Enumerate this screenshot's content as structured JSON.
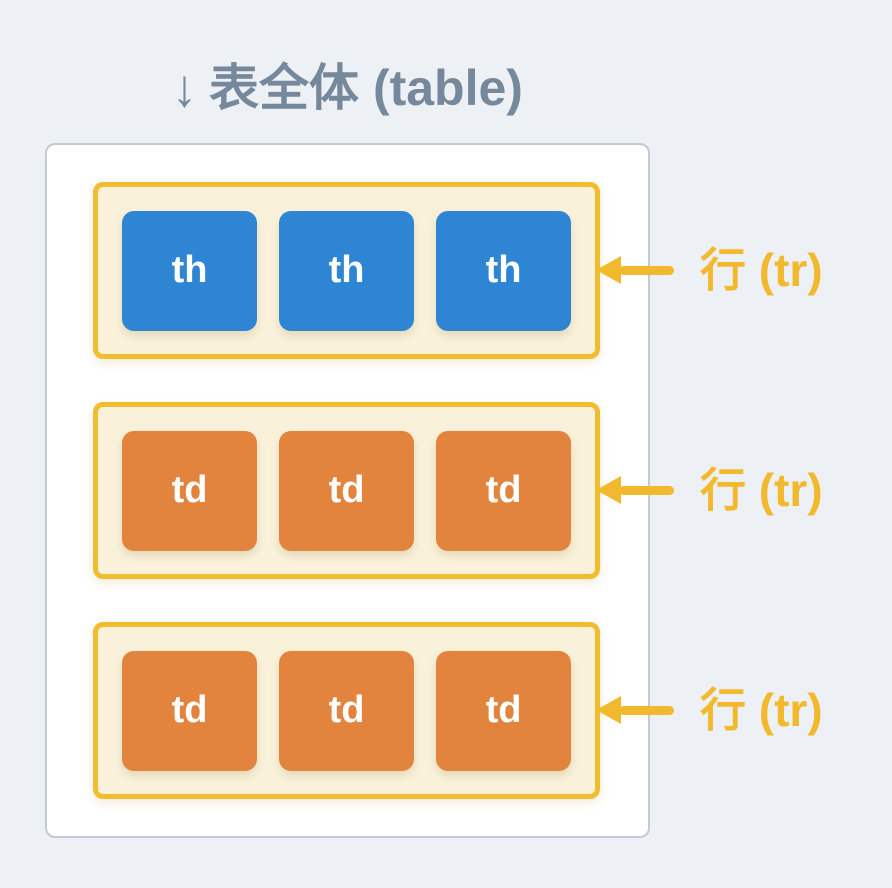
{
  "title": {
    "arrow_glyph": "↓",
    "text": "表全体 (table)"
  },
  "table": {
    "rows": [
      {
        "type": "header-row",
        "cells": [
          "th",
          "th",
          "th"
        ],
        "annotation": "行 (tr)"
      },
      {
        "type": "data-row",
        "cells": [
          "td",
          "td",
          "td"
        ],
        "annotation": "行 (tr)"
      },
      {
        "type": "data-row",
        "cells": [
          "td",
          "td",
          "td"
        ],
        "annotation": "行 (tr)"
      }
    ]
  },
  "colors": {
    "background": "#EDF1F6",
    "container_border": "#C0CBD7",
    "row_background": "#F9F1D9",
    "row_border": "#F2BC2F",
    "header_cell": "#2E85D4",
    "data_cell": "#E2833E",
    "cell_text": "#FFFFFF",
    "title_text": "#76889B",
    "annotation": "#F2B92E"
  }
}
